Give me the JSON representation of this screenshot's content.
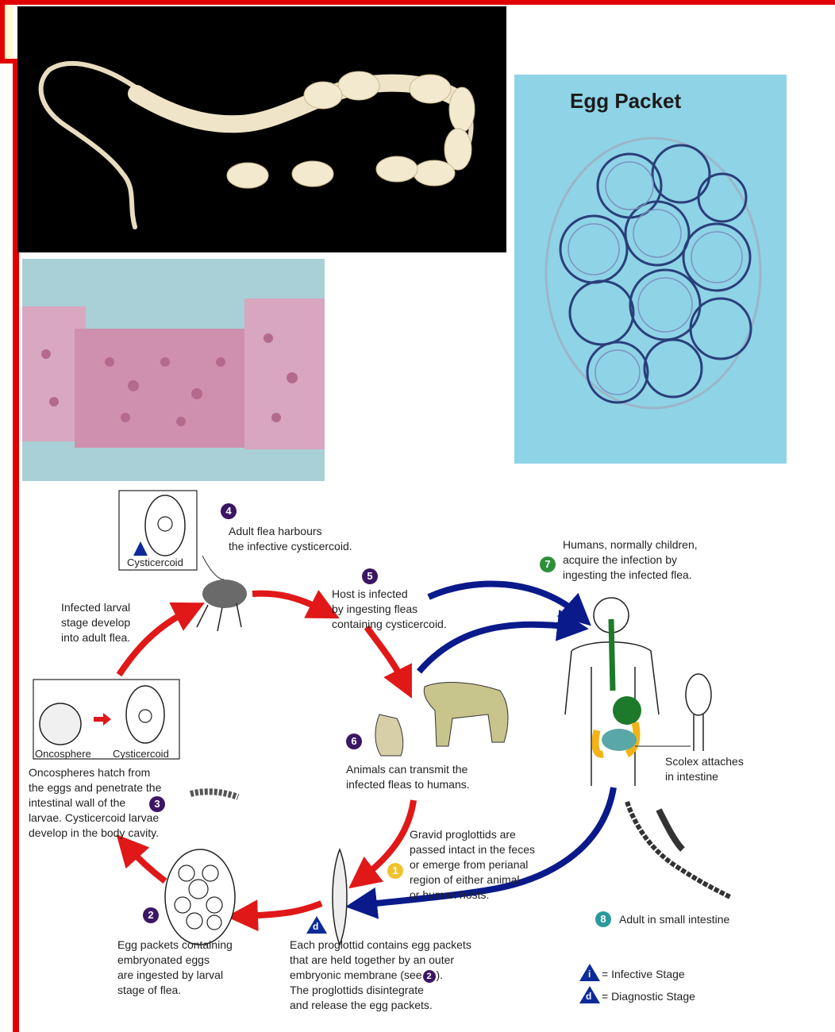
{
  "images": {
    "egg_packet_title": "Egg Packet"
  },
  "lifecycle": {
    "box_top_label": "Cysticercoid",
    "box_left_labels": [
      "Oncosphere",
      "Cysticercoid"
    ],
    "step4_text": [
      "Adult flea harbours",
      "the infective cysticercoid."
    ],
    "step5_text": [
      "Host is infected",
      "by ingesting fleas",
      "containing cysticercoid."
    ],
    "step7_text": [
      "Humans, normally children,",
      "acquire the infection by",
      "ingesting the infected flea."
    ],
    "larval_text": [
      "Infected larval",
      "stage develop",
      "into adult flea."
    ],
    "step3_text_a": [
      "Oncospheres hatch from",
      "the eggs and penetrate the"
    ],
    "step3_text_b": "intestinal wall of the",
    "step3_text_c": [
      "larvae. Cysticercoid larvae",
      "develop in the body cavity."
    ],
    "step6_text": [
      "Animals can transmit the",
      "infected fleas to humans."
    ],
    "scolex_text": [
      "Scolex attaches",
      "in intestine"
    ],
    "step1_text": [
      "Gravid proglottids are",
      "passed intact in the feces",
      "or emerge from perianal",
      "region of either animal",
      "or human hosts."
    ],
    "step2_text": [
      "Egg packets containing",
      "embryonated eggs",
      "are ingested by larval",
      "stage of flea."
    ],
    "stepd_text": [
      "Each proglottid contains egg packets",
      "that are held together by an outer"
    ],
    "stepd_line3": "embryonic membrane (see",
    "stepd_line3_end": ").",
    "stepd_text_b": [
      "The proglottids disintegrate",
      "and release the egg packets."
    ],
    "step8_text": "Adult in small intestine",
    "badges": {
      "b1": "1",
      "b2": "2",
      "b3": "3",
      "b4": "4",
      "b5": "5",
      "b6": "6",
      "b7": "7",
      "b8": "8",
      "bi": "i",
      "bd": "d"
    },
    "legend": {
      "infective": "= Infective Stage",
      "diagnostic": "= Diagnostic Stage"
    }
  },
  "colors": {
    "frame": "#e00000",
    "red_arrow": "#e01818",
    "blue_arrow": "#0a1a8a",
    "badge_purple": "#3b1664",
    "badge_green": "#2e8f3a",
    "badge_yellow": "#f2c12e",
    "badge_teal": "#2a9a9a",
    "legend_blue": "#0d2a9a"
  }
}
